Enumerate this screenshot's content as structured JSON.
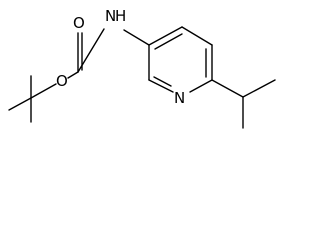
{
  "molecule": {
    "atoms": {
      "amine_nitrogen": "N",
      "amine_hydrogen": "H",
      "carbonyl_oxygen": "O",
      "ester_oxygen": "O",
      "ring_nitrogen": "N"
    }
  },
  "colors": {
    "bond": "#000000",
    "label": "#000000",
    "background": "#ffffff"
  }
}
